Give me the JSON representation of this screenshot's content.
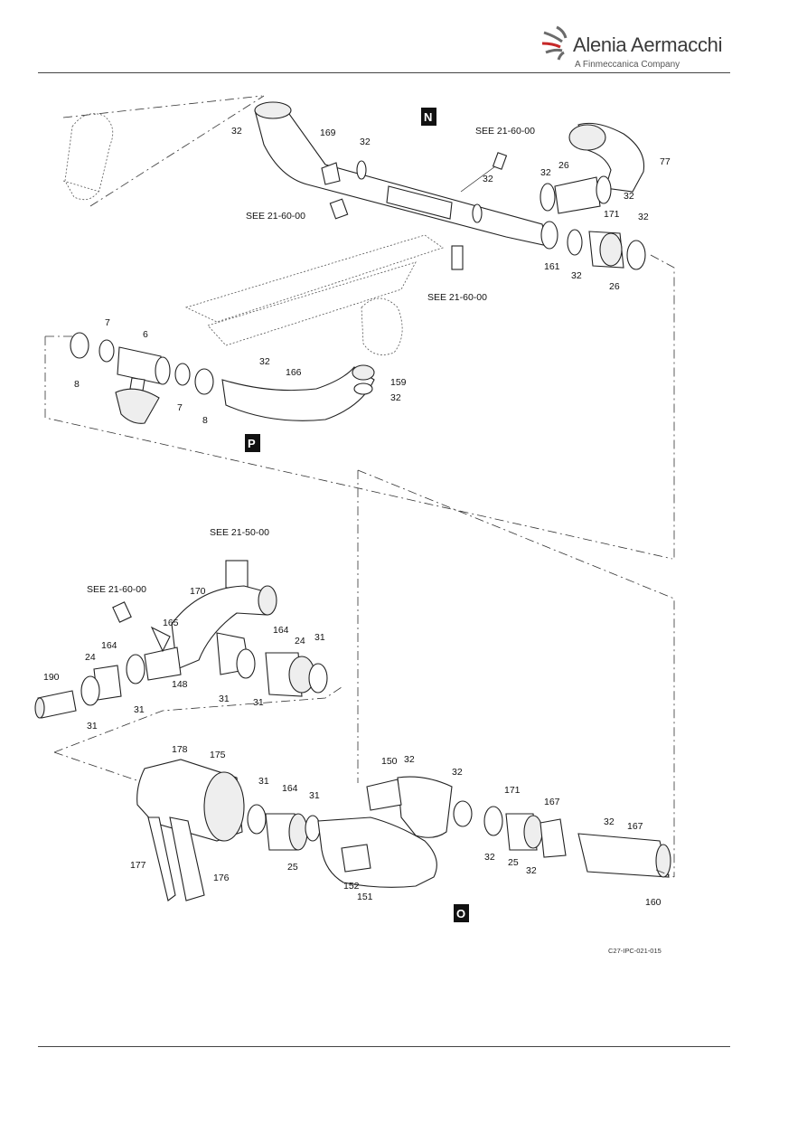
{
  "header": {
    "brand_name": "Alenia Aermacchi",
    "brand_subtitle": "A Finmeccanica Company"
  },
  "figure": {
    "figure_id": "C27-IPC-021-015",
    "views": [
      "N",
      "P",
      "O"
    ],
    "references": {
      "see_21_60": "SEE 21-60-00",
      "see_21_50": "SEE 21-50-00"
    },
    "callouts": {
      "n32a": "32",
      "n169": "169",
      "n32b": "32",
      "n32c": "32",
      "n32d": "32",
      "n26a": "26",
      "n77": "77",
      "n32e": "32",
      "n171": "171",
      "n32f": "32",
      "n161": "161",
      "n32g": "32",
      "n26b": "26",
      "p7a": "7",
      "p6": "6",
      "p8a": "8",
      "p7b": "7",
      "p8b": "8",
      "p32a": "32",
      "p166": "166",
      "p159": "159",
      "p32b": "32",
      "m170": "170",
      "m165": "165",
      "m164a": "164",
      "m24a": "24",
      "m31a": "31",
      "m24b": "24",
      "m164b": "164",
      "m190": "190",
      "m148": "148",
      "m31b": "31",
      "m31c": "31",
      "m31d": "31",
      "m31e": "31",
      "o178": "178",
      "o175": "175",
      "o150": "150",
      "o32a": "32",
      "o32b": "32",
      "o171": "171",
      "o31a": "31",
      "o164": "164",
      "o31b": "31",
      "o167a": "167",
      "o32c": "32",
      "o167b": "167",
      "o177": "177",
      "o176": "176",
      "o25a": "25",
      "o152": "152",
      "o151": "151",
      "o32d": "32",
      "o25b": "25",
      "o32e": "32",
      "o160": "160"
    }
  },
  "colors": {
    "line": "#222222",
    "accent": "#c62828",
    "logo_grey": "#6b6b6b"
  }
}
